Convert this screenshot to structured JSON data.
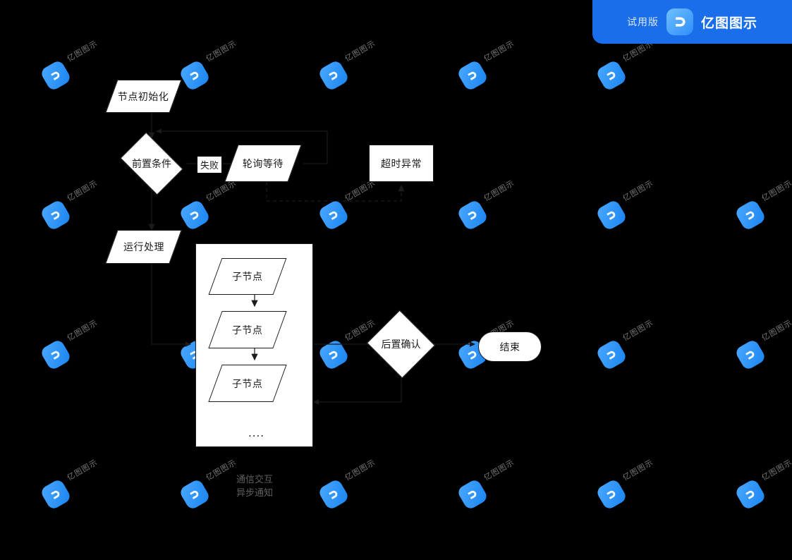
{
  "trial": {
    "label": "试用版",
    "brand": "亿图图示",
    "logo_icon": "edraw-logo-icon",
    "bg_color": "#1a6eea"
  },
  "watermark": {
    "text": "亿图图示",
    "icon": "edraw-watermark-icon",
    "color": "#8c8c8c",
    "badge_color": "#1a84f0"
  },
  "canvas": {
    "background": "#000000",
    "shape_fill": "#ffffff",
    "stroke": "#1b1b1b"
  },
  "flowchart": {
    "type": "flowchart",
    "nodes": [
      {
        "id": "init",
        "label": "节点初始化",
        "shape": "parallelogram"
      },
      {
        "id": "precheck",
        "label": "前置条件",
        "shape": "diamond"
      },
      {
        "id": "poll",
        "label": "轮询等待",
        "shape": "parallelogram"
      },
      {
        "id": "timeout",
        "label": "超时异常",
        "shape": "rectangle"
      },
      {
        "id": "running",
        "label": "运行处理",
        "shape": "parallelogram"
      },
      {
        "id": "child1",
        "label": "子节点",
        "shape": "parallelogram"
      },
      {
        "id": "child2",
        "label": "子节点",
        "shape": "parallelogram"
      },
      {
        "id": "child3",
        "label": "子节点",
        "shape": "parallelogram"
      },
      {
        "id": "more",
        "label": "....",
        "shape": "text"
      },
      {
        "id": "postconfirm",
        "label": "后置确认",
        "shape": "diamond"
      },
      {
        "id": "end",
        "label": "结束",
        "shape": "rounded-rectangle"
      }
    ],
    "edges": [
      {
        "from": "init",
        "to": "precheck",
        "label": "",
        "style": "solid"
      },
      {
        "from": "precheck",
        "to": "poll",
        "label": "失败",
        "style": "solid"
      },
      {
        "from": "poll",
        "to": "precheck",
        "label": "",
        "style": "solid"
      },
      {
        "from": "poll",
        "to": "timeout",
        "label": "",
        "style": "dashed"
      },
      {
        "from": "precheck",
        "to": "running",
        "label": "",
        "style": "solid"
      },
      {
        "from": "running",
        "to": "child-group",
        "label": "",
        "style": "solid"
      },
      {
        "from": "child1",
        "to": "child2",
        "label": "",
        "style": "solid"
      },
      {
        "from": "child2",
        "to": "child3",
        "label": "",
        "style": "solid"
      },
      {
        "from": "child-group",
        "to": "postconfirm",
        "label": "",
        "style": "solid"
      },
      {
        "from": "postconfirm",
        "to": "end",
        "label": "",
        "style": "solid"
      },
      {
        "from": "postconfirm",
        "to": "child-group",
        "label": "",
        "style": "solid"
      }
    ],
    "notes": {
      "line1": "通信交互",
      "line2": "异步通知"
    }
  }
}
